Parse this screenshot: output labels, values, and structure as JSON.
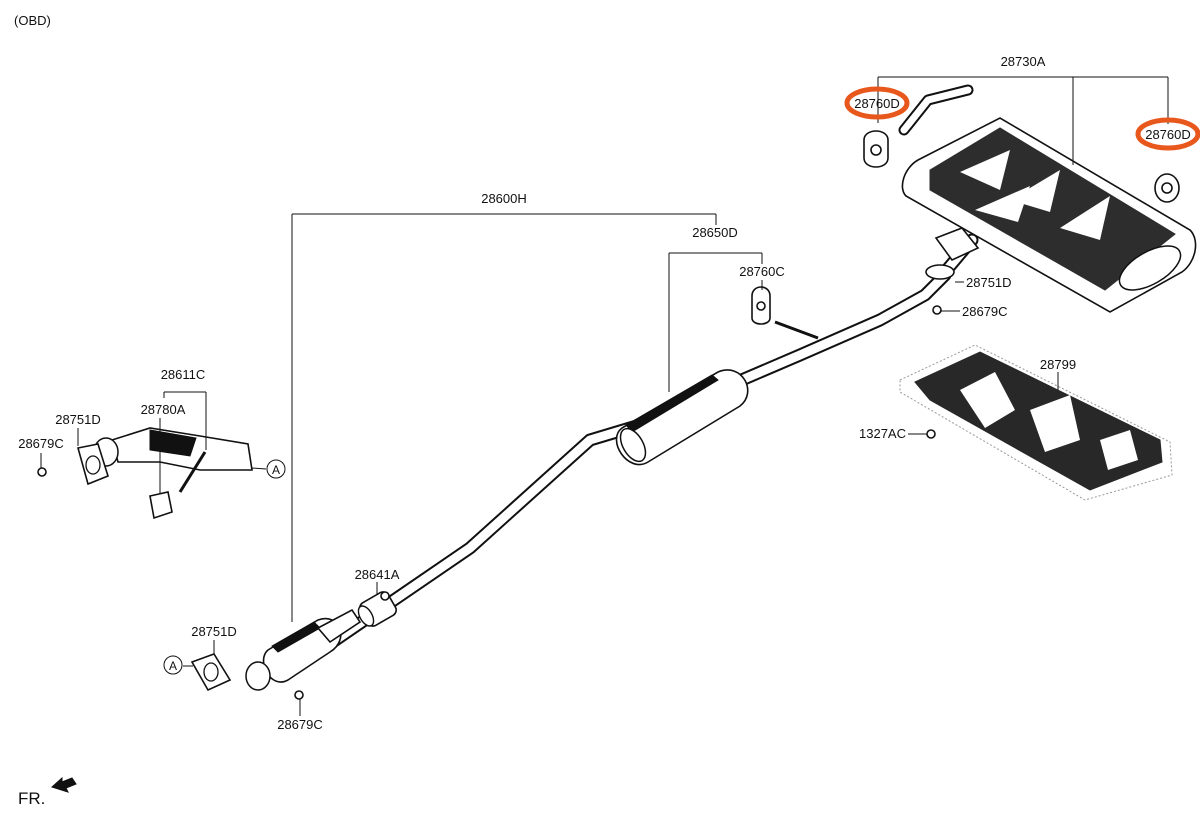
{
  "header": {
    "note": "(OBD)"
  },
  "labels": {
    "rear_muffler": "28730A",
    "hanger_left": "28760D",
    "hanger_right": "28760D",
    "center_pipe": "28600H",
    "center_muffler": "28650D",
    "hanger_center": "28760C",
    "gasket_rear": "28751D",
    "nut_rear": "28679C",
    "heat_protector": "28799",
    "bolt_protector": "1327AC",
    "clamp": "28641A",
    "front_gasket": "28751D",
    "front_nut": "28679C",
    "front_pipe": "28611C",
    "front_gasket_upper": "28751D",
    "front_nut_upper": "28679C",
    "front_hanger": "28780A",
    "connector_a_upper": "A",
    "connector_a_lower": "A"
  },
  "highlight": {
    "color": "#e8581c",
    "targets": [
      "hanger_left",
      "hanger_right"
    ]
  },
  "footer": {
    "direction": "FR."
  }
}
